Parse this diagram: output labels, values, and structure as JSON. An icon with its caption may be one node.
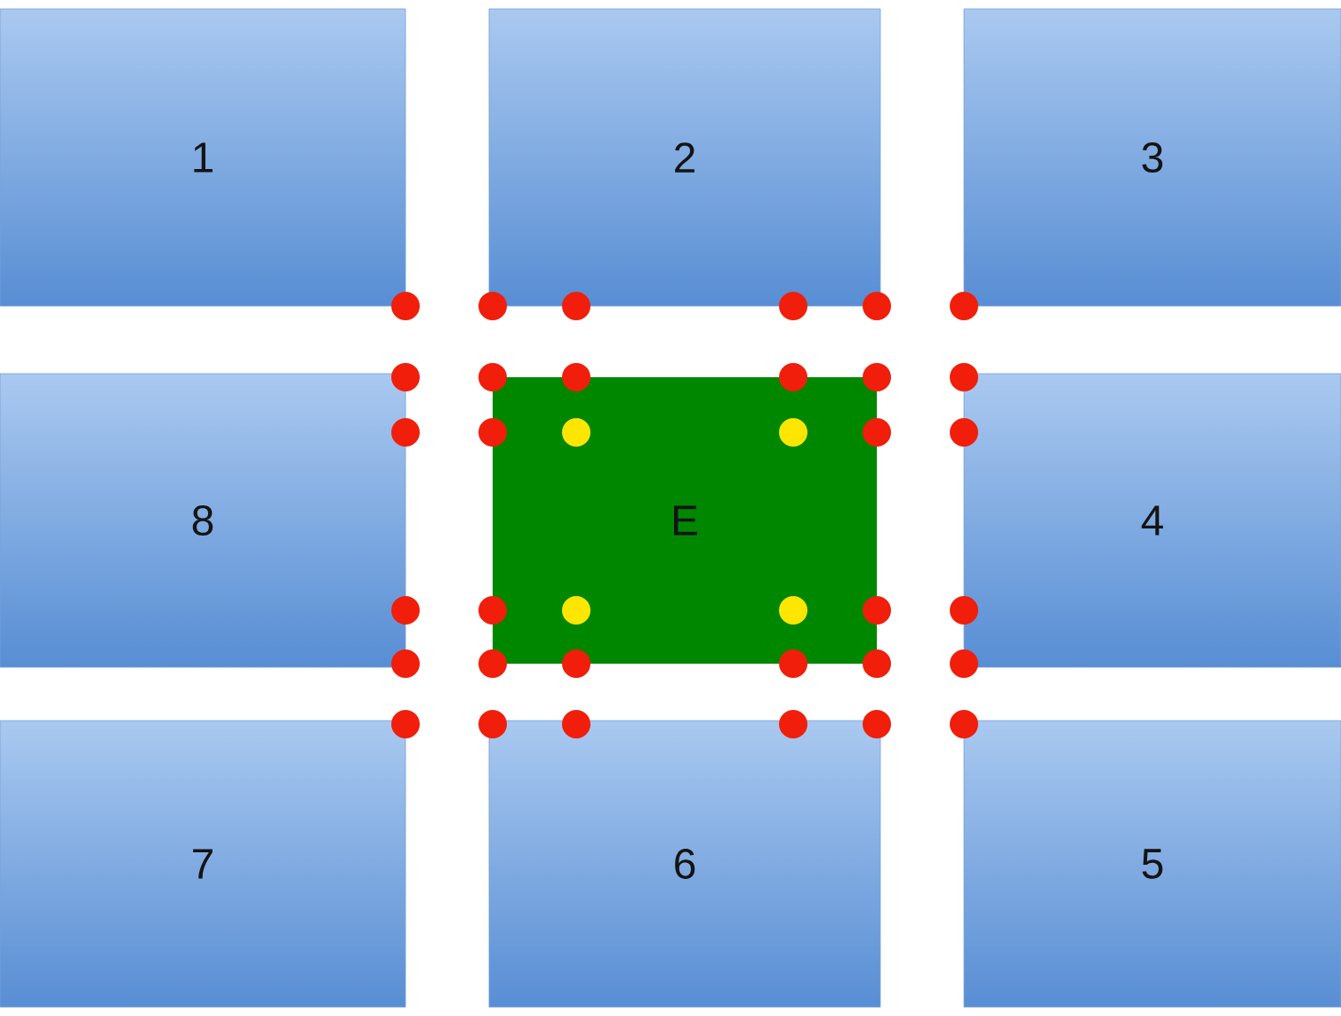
{
  "diagram": {
    "nodes": [
      {
        "text": [
          "1"
        ]
      },
      {
        "text": [
          "2"
        ]
      },
      {
        "text": [
          "3"
        ]
      },
      {
        "text": [
          "8"
        ]
      },
      {
        "text": [
          "E"
        ]
      },
      {
        "text": [
          "4"
        ]
      },
      {
        "text": [
          "7"
        ]
      },
      {
        "text": [
          "6"
        ]
      },
      {
        "text": [
          "5"
        ]
      }
    ]
  }
}
